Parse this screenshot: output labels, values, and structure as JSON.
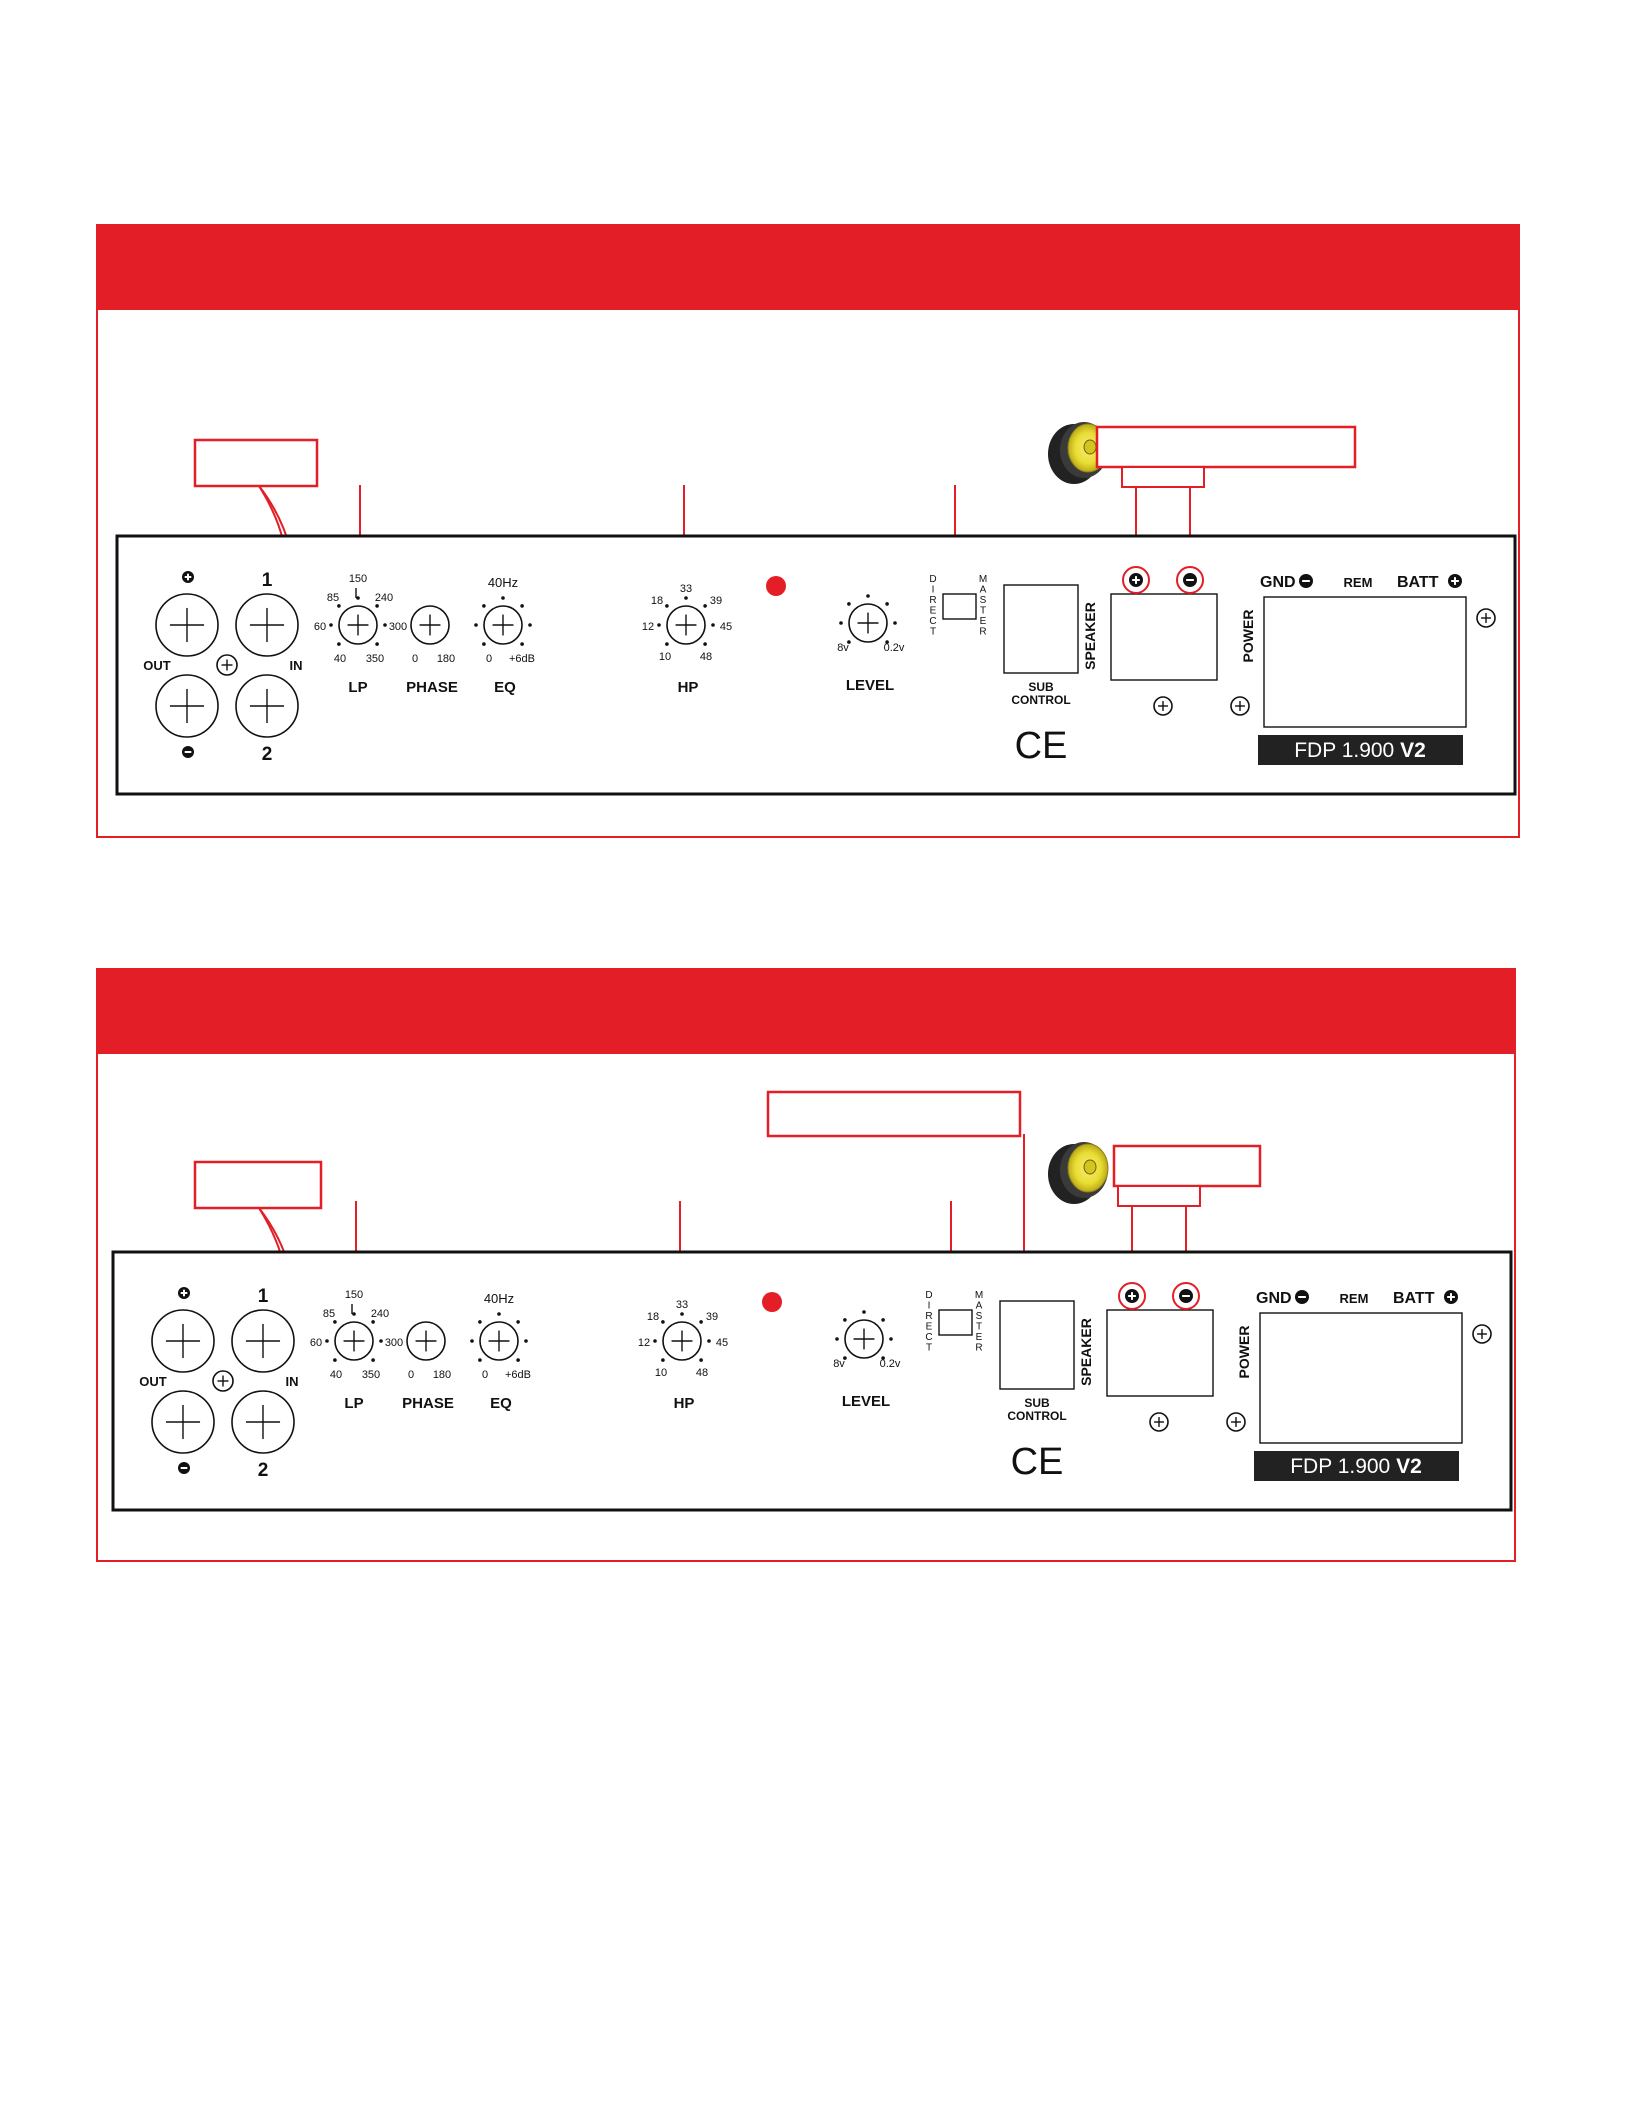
{
  "colors": {
    "accent": "#e31e26",
    "line": "#111111",
    "speaker_yellow": "#e9dc32"
  },
  "panel": {
    "symbol_plus": "⊕",
    "symbol_minus": "⊖",
    "output": {
      "label_out": "OUT",
      "label_in": "IN",
      "channel_1": "1",
      "channel_2": "2"
    },
    "lp": {
      "name": "LP",
      "ticks": [
        "60",
        "85",
        "150",
        "240",
        "300",
        "40",
        "350"
      ]
    },
    "phase": {
      "name": "PHASE",
      "ticks": [
        "0",
        "180"
      ]
    },
    "eq": {
      "name": "EQ",
      "top": "40Hz",
      "ticks": [
        "0",
        "+6dB"
      ]
    },
    "hp": {
      "name": "HP",
      "ticks": [
        "12",
        "18",
        "33",
        "39",
        "45",
        "10",
        "48"
      ]
    },
    "level": {
      "name": "LEVEL",
      "ticks": [
        "8v",
        "0.2v"
      ]
    },
    "switch": {
      "left": "DIRECT",
      "right": "MASTER"
    },
    "sub_control": {
      "line1": "SUB",
      "line2": "CONTROL"
    },
    "ce_mark": "CE",
    "speaker": "SPEAKER",
    "power": "POWER",
    "gnd": "GND",
    "rem": "REM",
    "batt": "BATT",
    "model": {
      "prefix": "FDP 1.900 ",
      "suffix": "V2"
    }
  }
}
